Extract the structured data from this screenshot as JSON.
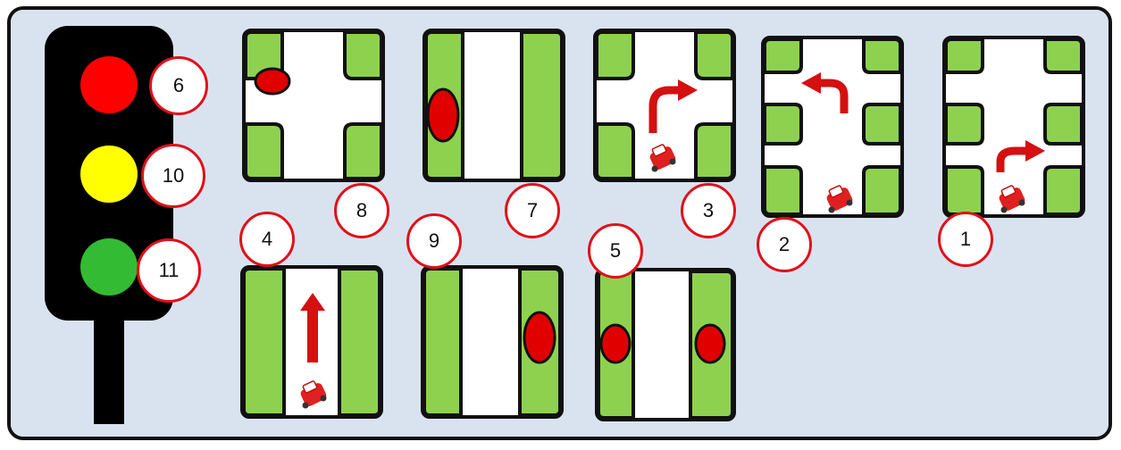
{
  "colors": {
    "background": "#d9e3ef",
    "frame": "#111111",
    "road": "#ffffff",
    "grass": "#8ed14f",
    "red": "#e00000",
    "yellow": "#ffff00",
    "green": "#33bb33",
    "badge_border": "#e0101a"
  },
  "traffic_light": {
    "lamps": [
      {
        "color": "red",
        "number": "6"
      },
      {
        "color": "yellow",
        "number": "10"
      },
      {
        "color": "green",
        "number": "11"
      }
    ]
  },
  "tiles": [
    {
      "id": "crossroads-red-car-left",
      "number": "8",
      "icons": [
        "red-car-oval-icon"
      ]
    },
    {
      "id": "straight-road-red-car-left",
      "number": "7",
      "icons": [
        "red-car-oval-icon"
      ]
    },
    {
      "id": "turn-right-with-car",
      "number": "3",
      "icons": [
        "turn-right-arrow-icon",
        "car-icon"
      ]
    },
    {
      "id": "double-junction-turn-left",
      "number": "2",
      "icons": [
        "turn-left-arrow-icon",
        "car-icon"
      ]
    },
    {
      "id": "double-junction-turn-right",
      "number": "1",
      "icons": [
        "turn-right-arrow-icon",
        "car-icon"
      ]
    },
    {
      "id": "straight-ahead-arrow",
      "number": "4",
      "icons": [
        "up-arrow-icon",
        "car-icon"
      ]
    },
    {
      "id": "straight-road-red-car-right",
      "number": "9",
      "icons": [
        "red-car-oval-icon"
      ]
    },
    {
      "id": "straight-road-two-red-cars",
      "number": "5",
      "icons": [
        "red-car-oval-icon",
        "red-car-oval-icon"
      ]
    }
  ]
}
